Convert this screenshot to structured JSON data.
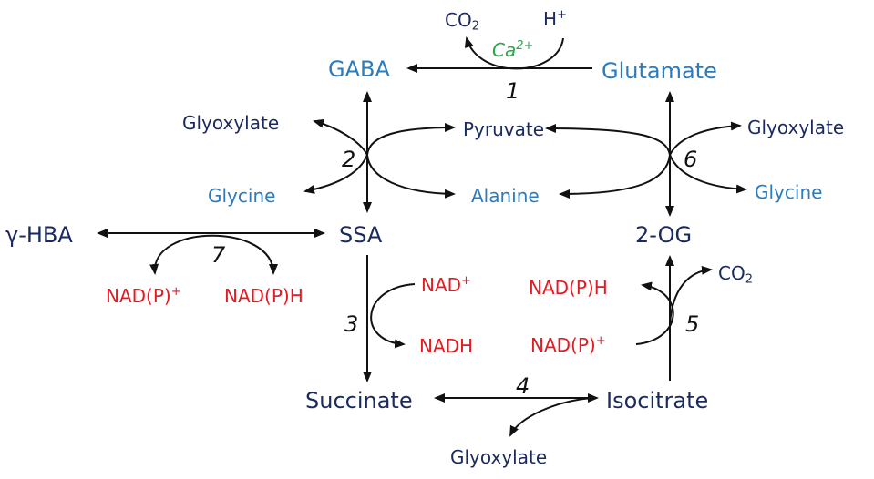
{
  "diagram": {
    "nodes": {
      "gaba": "GABA",
      "glutamate": "Glutamate",
      "ssa": "SSA",
      "two_og": "2-OG",
      "succinate": "Succinate",
      "isocitrate": "Isocitrate",
      "hba": "γ-HBA",
      "pyruvate": "Pyruvate",
      "alanine": "Alanine",
      "glyoxylate_left": "Glyoxylate",
      "glycine_left": "Glycine",
      "glyoxylate_right": "Glyoxylate",
      "glycine_right": "Glycine",
      "glyoxylate_bottom": "Glyoxylate"
    },
    "cofactors": {
      "co2_top": "CO",
      "co2_top_sub": "2",
      "h_plus": "H",
      "h_plus_sup": "+",
      "ca": "Ca",
      "ca_sup": "2+",
      "nad_plus_3": "NAD",
      "nad_plus_3_sup": "+",
      "nadh_3": "NADH",
      "nadp_plus_5": "NAD(P)",
      "nadp_plus_5_sup": "+",
      "nadph_5": "NAD(P)H",
      "co2_5": "CO",
      "co2_5_sub": "2",
      "nadp_plus_7": "NAD(P)",
      "nadp_plus_7_sup": "+",
      "nadph_7": "NAD(P)H"
    },
    "reactions": [
      "1",
      "2",
      "3",
      "4",
      "5",
      "6",
      "7"
    ],
    "colors": {
      "metabolite": "#1b2a5e",
      "amino_acid": "#2b7bbd",
      "cofactor": "#e31b23",
      "calcium": "#2aa84a",
      "arrow": "#111111"
    }
  }
}
